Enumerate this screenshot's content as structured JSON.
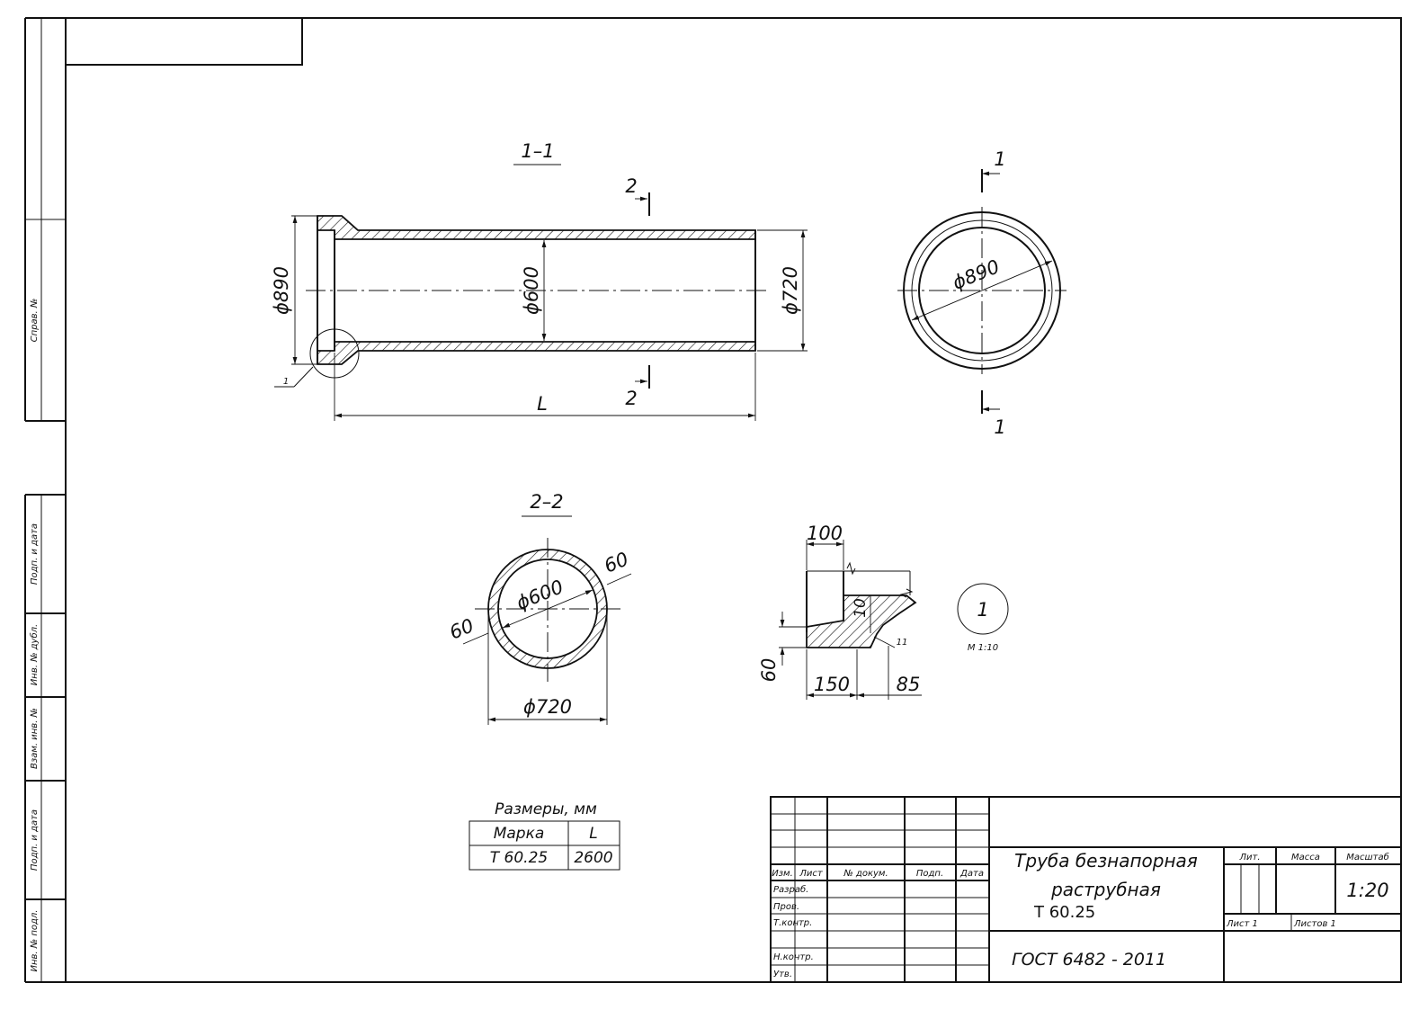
{
  "views": {
    "section_1_1": {
      "label": "1–1",
      "dia_outer_bell": "ϕ890",
      "dia_inner": "ϕ600",
      "dia_outer": "ϕ720",
      "length": "L",
      "cut_mark": "2",
      "callout": "1"
    },
    "end_view": {
      "cut_mark": "1",
      "dia": "ϕ890"
    },
    "section_2_2": {
      "label": "2–2",
      "dia_inner": "ϕ600",
      "dia_outer": "ϕ720",
      "wall_left": "60",
      "wall_right": "60"
    },
    "detail": {
      "dim_100": "100",
      "dim_10": "10",
      "dim_60": "60",
      "dim_150": "150",
      "dim_85": "85",
      "dim_11": "11",
      "bubble": "1",
      "scale": "М 1:10"
    }
  },
  "size_table": {
    "title": "Размеры, мм",
    "headers": [
      "Марка",
      "L"
    ],
    "rows": [
      [
        "Т 60.25",
        "2600"
      ]
    ]
  },
  "title_block": {
    "title_line1": "Труба безнапорная",
    "title_line2": "раструбная",
    "mark": "Т 60.25",
    "standard": "ГОСТ 6482 - 2011",
    "col_headers": [
      "Изм.",
      "Лист",
      "№ докум.",
      "Подп.",
      "Дата"
    ],
    "roles": [
      "Разраб.",
      "Пров.",
      "Т.контр.",
      "",
      "Н.контр.",
      "Утв."
    ],
    "lit": "Лит.",
    "mass": "Масса",
    "scale_label": "Масштаб",
    "scale_value": "1:20",
    "sheet": "Лист 1",
    "sheets": "Листов 1"
  },
  "side_stamp": [
    "Справ. №",
    "Подп. и дата",
    "Инв. № дубл.",
    "Взам. инв. №",
    "Подп. и дата",
    "Инв. № подл."
  ]
}
